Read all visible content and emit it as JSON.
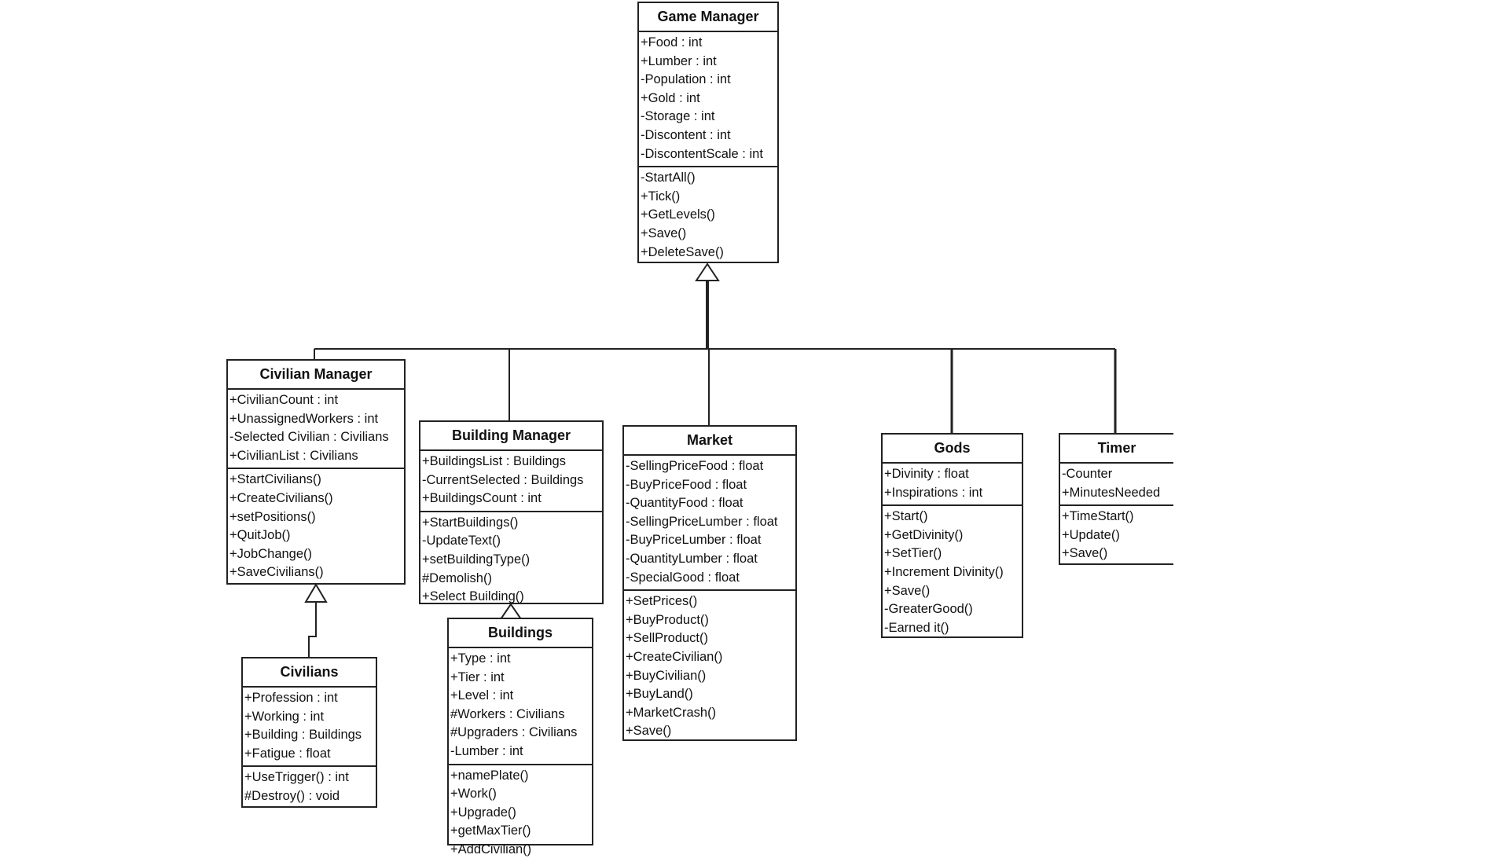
{
  "classes": {
    "game_manager": {
      "name": "Game Manager",
      "attributes": [
        "+Food  : int",
        "+Lumber : int",
        "-Population : int",
        "+Gold : int",
        "-Storage : int",
        "-Discontent : int",
        "-DiscontentScale : int"
      ],
      "methods": [
        "-StartAll()",
        "+Tick()",
        "+GetLevels()",
        "+Save()",
        "+DeleteSave()"
      ]
    },
    "civilian_manager": {
      "name": "Civilian Manager",
      "attributes": [
        "+CivilianCount : int",
        "+UnassignedWorkers : int",
        "-Selected Civilian : Civilians",
        "+CivilianList : Civilians"
      ],
      "methods": [
        "+StartCivilians()",
        "+CreateCivilians()",
        "+setPositions()",
        "+QuitJob()",
        "+JobChange()",
        "+SaveCivilians()"
      ]
    },
    "building_manager": {
      "name": "Building Manager",
      "attributes": [
        "+BuildingsList : Buildings",
        "-CurrentSelected : Buildings",
        "+BuildingsCount : int"
      ],
      "methods": [
        "+StartBuildings()",
        "-UpdateText()",
        "+setBuildingType()",
        "#Demolish()",
        "+Select Building()"
      ]
    },
    "market": {
      "name": "Market",
      "attributes": [
        "-SellingPriceFood : float",
        "-BuyPriceFood : float",
        "-QuantityFood : float",
        "-SellingPriceLumber : float",
        "-BuyPriceLumber : float",
        "-QuantityLumber : float",
        "-SpecialGood : float"
      ],
      "methods": [
        "+SetPrices()",
        "+BuyProduct()",
        "+SellProduct()",
        "+CreateCivilian()",
        "+BuyCivilian()",
        "+BuyLand()",
        "+MarketCrash()",
        "+Save()"
      ]
    },
    "gods": {
      "name": "Gods",
      "attributes": [
        "+Divinity : float",
        "+Inspirations : int"
      ],
      "methods": [
        "+Start()",
        "+GetDivinity()",
        "+SetTier()",
        "+Increment Divinity()",
        "+Save()",
        "-GreaterGood()",
        "-Earned it()"
      ]
    },
    "timer": {
      "name": "Timer",
      "attributes": [
        "-Counter",
        "+MinutesNeeded"
      ],
      "methods": [
        "+TimeStart()",
        "+Update()",
        "+Save()"
      ]
    },
    "civilians": {
      "name": "Civilians",
      "attributes": [
        "+Profession : int",
        "+Working : int",
        "+Building : Buildings",
        "+Fatigue : float"
      ],
      "methods": [
        "+UseTrigger() : int",
        "#Destroy() : void"
      ]
    },
    "buildings": {
      "name": "Buildings",
      "attributes": [
        "+Type : int",
        "+Tier : int",
        "+Level : int",
        "#Workers : Civilians",
        "#Upgraders : Civilians",
        "-Lumber : int"
      ],
      "methods": [
        "+namePlate()",
        "+Work()",
        "+Upgrade()",
        "+getMaxTier()",
        "+AddCivilian()"
      ]
    }
  },
  "relations": [
    {
      "type": "generalization",
      "child": "civilian_manager",
      "parent": "game_manager"
    },
    {
      "type": "generalization",
      "child": "building_manager",
      "parent": "game_manager"
    },
    {
      "type": "generalization",
      "child": "market",
      "parent": "game_manager"
    },
    {
      "type": "generalization",
      "child": "gods",
      "parent": "game_manager"
    },
    {
      "type": "generalization",
      "child": "timer",
      "parent": "game_manager"
    },
    {
      "type": "generalization",
      "child": "civilians",
      "parent": "civilian_manager"
    },
    {
      "type": "generalization",
      "child": "buildings",
      "parent": "building_manager"
    }
  ]
}
